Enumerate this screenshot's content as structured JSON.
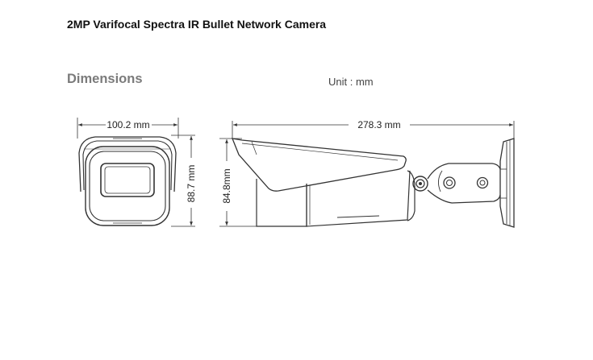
{
  "header": {
    "title": "2MP Varifocal Spectra IR Bullet Network Camera"
  },
  "section": {
    "title": "Dimensions",
    "unit": "Unit : mm"
  },
  "dimensions": {
    "front_width": "100.2 mm",
    "front_height": "88.7 mm",
    "side_length": "278.3 mm",
    "side_height": "84.8mm"
  }
}
